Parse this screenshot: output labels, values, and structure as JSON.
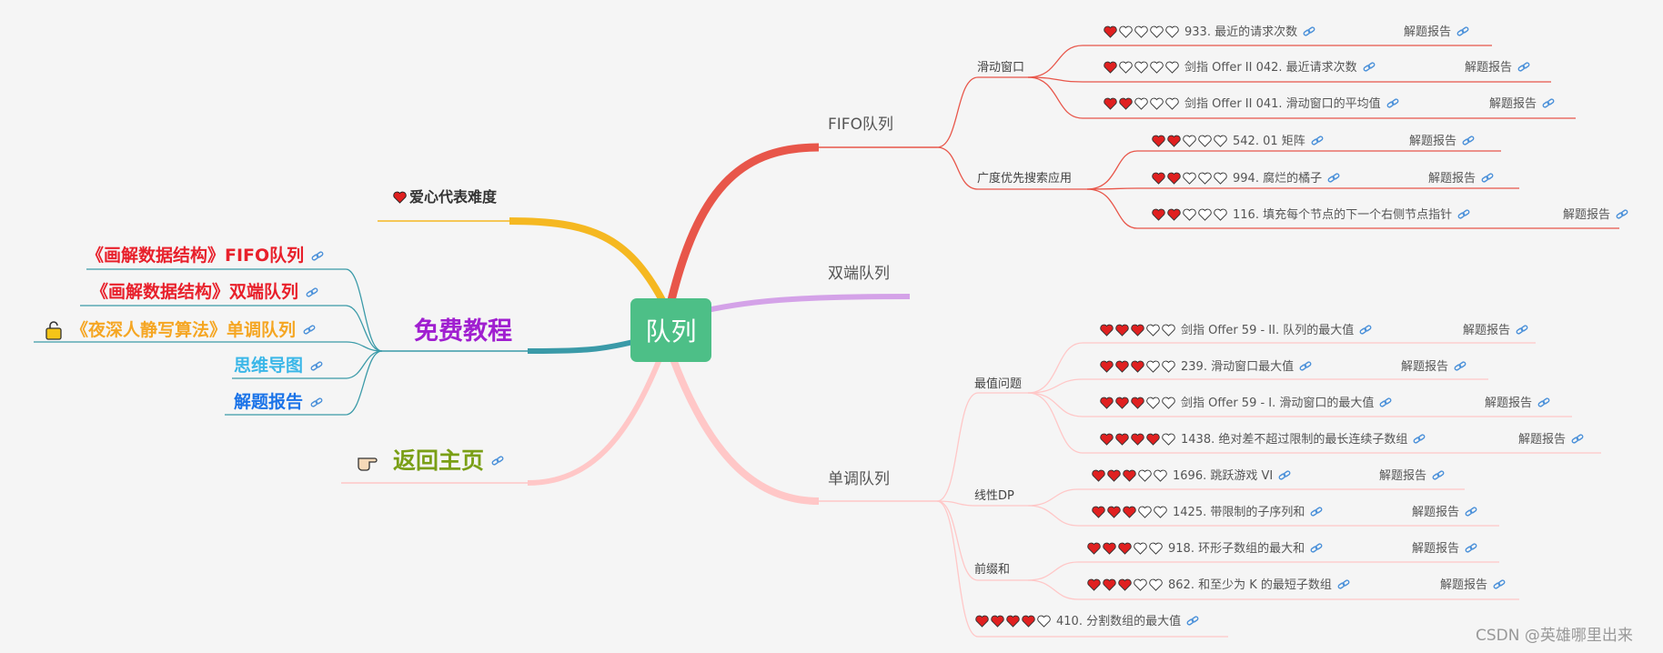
{
  "root": "队列",
  "legend": "爱心代表难度",
  "free": "免费教程",
  "home": "返回主页",
  "tutorials": [
    {
      "label": "《画解数据结构》FIFO队列",
      "color": "#e8202b"
    },
    {
      "label": "《画解数据结构》双端队列",
      "color": "#e8202b"
    },
    {
      "label": "《夜深人静写算法》单调队列",
      "color": "#f5a623"
    },
    {
      "label": "思维导图",
      "color": "#3bb7e8"
    },
    {
      "label": "解题报告",
      "color": "#1a73e8"
    }
  ],
  "branches": {
    "fifo": "FIFO队列",
    "deque": "双端队列",
    "mono": "单调队列"
  },
  "subs": {
    "sliding": "滑动窗口",
    "bfs": "广度优先搜索应用",
    "maxval": "最值问题",
    "lineardp": "线性DP",
    "prefix": "前缀和"
  },
  "report_label": "解题报告",
  "problems": [
    {
      "hearts": 1,
      "text": "933. 最近的请求次数",
      "report": true
    },
    {
      "hearts": 1,
      "text": "剑指 Offer II 042. 最近请求次数",
      "report": true
    },
    {
      "hearts": 2,
      "text": "剑指 Offer II 041. 滑动窗口的平均值",
      "report": true
    },
    {
      "hearts": 2,
      "text": "542. 01 矩阵",
      "report": true
    },
    {
      "hearts": 2,
      "text": "994. 腐烂的橘子",
      "report": true
    },
    {
      "hearts": 2,
      "text": "116. 填充每个节点的下一个右侧节点指针",
      "report": true
    },
    {
      "hearts": 3,
      "text": "剑指 Offer 59 - II. 队列的最大值",
      "report": true
    },
    {
      "hearts": 3,
      "text": "239. 滑动窗口最大值",
      "report": true
    },
    {
      "hearts": 3,
      "text": "剑指 Offer 59 - I. 滑动窗口的最大值",
      "report": true
    },
    {
      "hearts": 4,
      "text": "1438. 绝对差不超过限制的最长连续子数组",
      "report": true
    },
    {
      "hearts": 3,
      "text": "1696. 跳跃游戏 VI",
      "report": true
    },
    {
      "hearts": 3,
      "text": "1425. 带限制的子序列和",
      "report": true
    },
    {
      "hearts": 3,
      "text": "918. 环形子数组的最大和",
      "report": true
    },
    {
      "hearts": 3,
      "text": "862. 和至少为 K 的最短子数组",
      "report": true
    },
    {
      "hearts": 4,
      "text": "410. 分割数组的最大值",
      "report": false
    }
  ],
  "watermark": "CSDN @英雄哪里出来"
}
